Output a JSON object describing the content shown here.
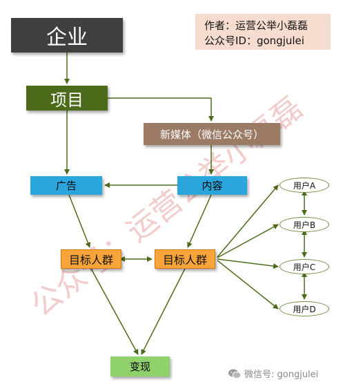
{
  "author": {
    "line1": "作者：运营公举小磊磊",
    "line2": "公众号ID：gongjulei"
  },
  "nodes": {
    "enterprise": "企业",
    "project": "项目",
    "new_media": "新媒体（微信公众号）",
    "ad": "广告",
    "content": "内容",
    "target_left": "目标人群",
    "target_right": "目标人群",
    "convert": "变现"
  },
  "users": [
    "用户A",
    "用户B",
    "用户C",
    "用户D"
  ],
  "watermark": "公众号：运营公举小磊磊",
  "footer": {
    "text": "微信号: gongjulei",
    "icon": "wechat-icon"
  },
  "colors": {
    "enterprise": "#3f3f3f",
    "project": "#4b6b1a",
    "new_media": "#9b7b66",
    "blue": "#2aa6dc",
    "orange": "#f7a43a",
    "green": "#8fd16a",
    "line": "#4b6b1a",
    "watermark": "#e8a0a0"
  }
}
